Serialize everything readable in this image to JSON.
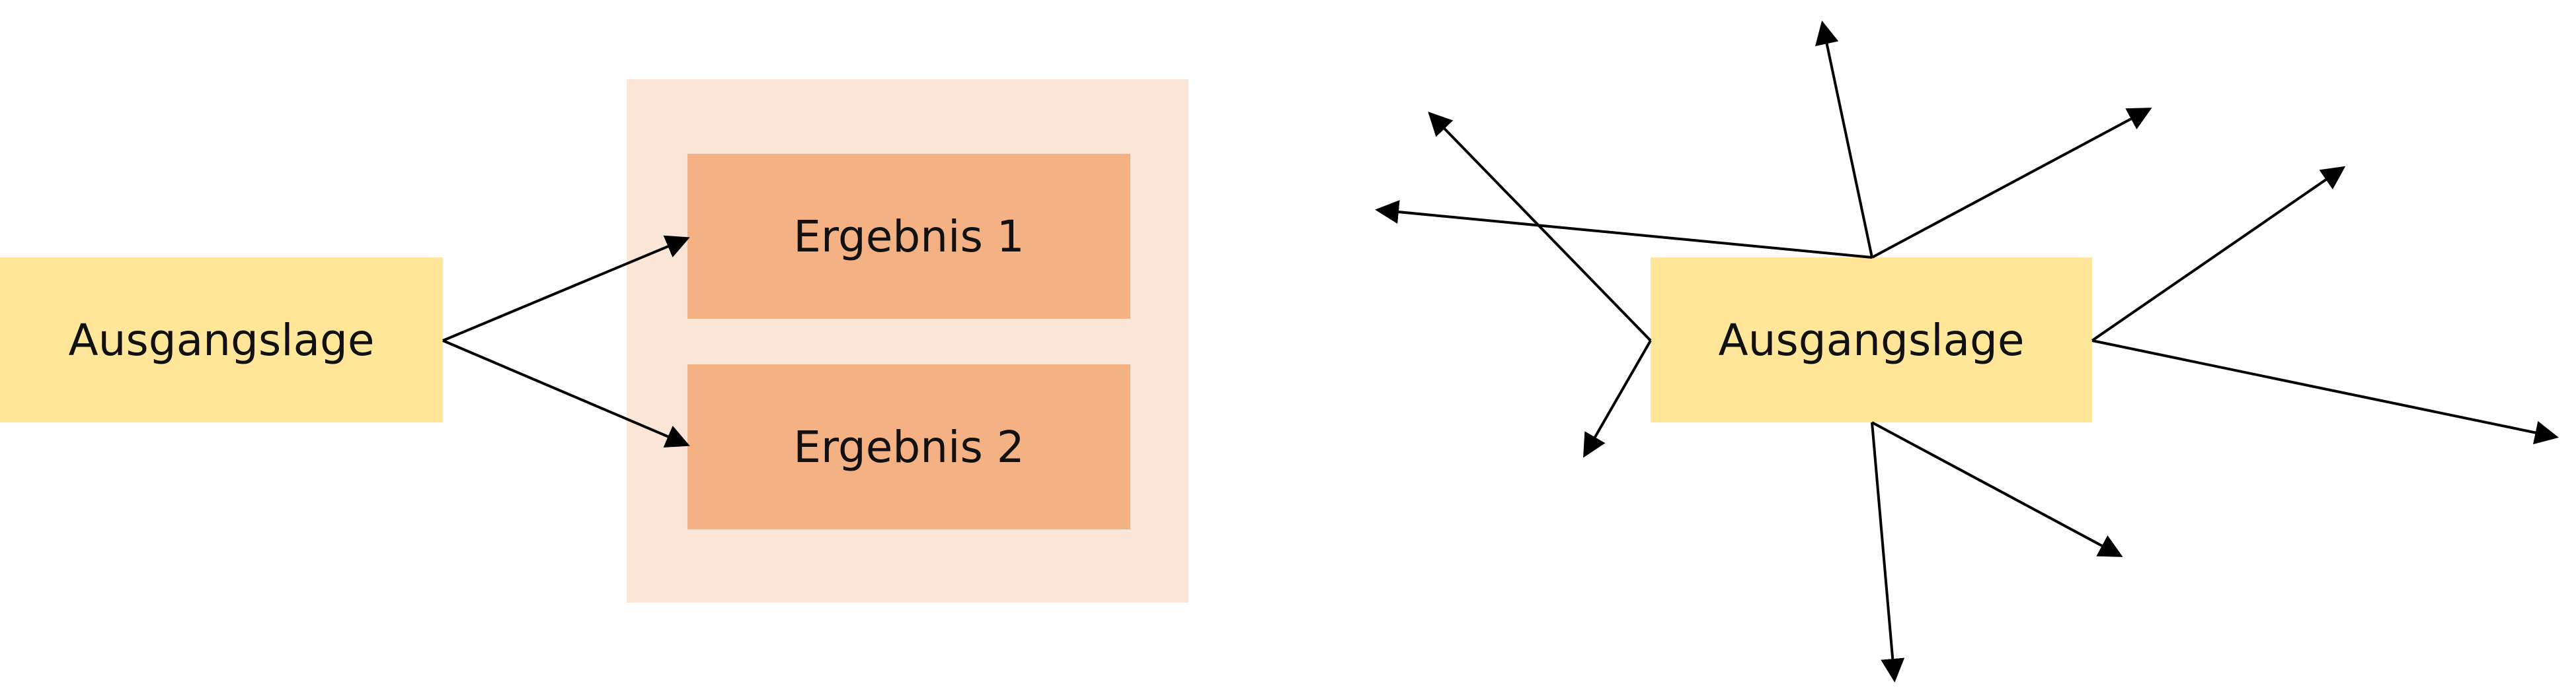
{
  "diagram": {
    "left": {
      "start_label": "Ausgangslage",
      "results": [
        {
          "label": "Ergebnis 1"
        },
        {
          "label": "Ergebnis 2"
        }
      ]
    },
    "right": {
      "start_label": "Ausgangslage"
    },
    "colors": {
      "start_fill": "#FFE699",
      "group_fill": "#FBE5D6",
      "result_fill": "#F4B183",
      "arrow": "#000000"
    }
  }
}
